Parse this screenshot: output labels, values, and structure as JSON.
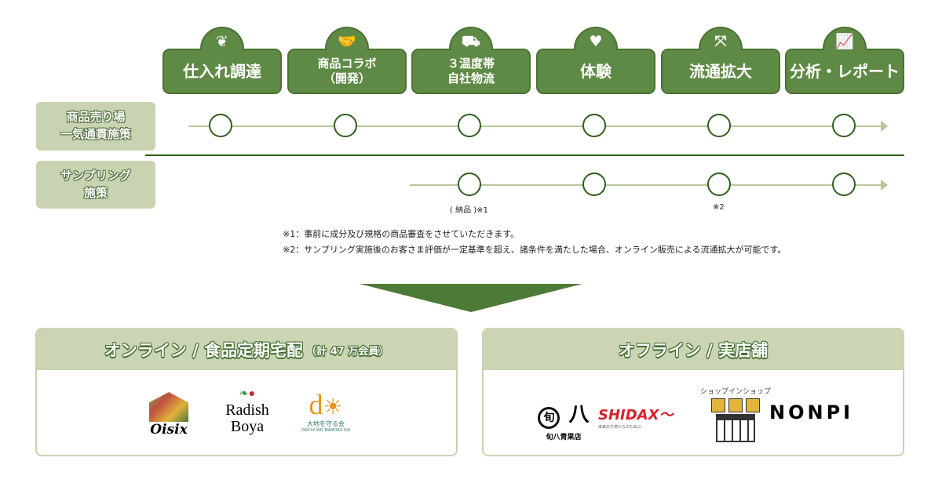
{
  "steps": [
    {
      "label": "仕入れ調達",
      "icon": "vegetable-icon"
    },
    {
      "label": "商品コラボ\n（開発）",
      "line1": "商品コラボ",
      "line2": "（開発）",
      "icon": "handshake-icon"
    },
    {
      "label": "３温度帯\n自社物流",
      "line1": "３温度帯",
      "line2": "自社物流",
      "icon": "truck-icon"
    },
    {
      "label": "体験",
      "icon": "heart-icon"
    },
    {
      "label": "流通拡大",
      "icon": "expand-icon"
    },
    {
      "label": "分析・レポート",
      "icon": "chart-icon"
    }
  ],
  "rows": [
    {
      "line1": "商品売り場",
      "line2": "一気通貫施策",
      "marks": [
        1,
        1,
        1,
        1,
        1,
        1
      ]
    },
    {
      "line1": "サンプリング",
      "line2": "施策",
      "marks": [
        0,
        0,
        1,
        1,
        1,
        1
      ]
    }
  ],
  "annotations": {
    "delivery": "( 納品 )※1",
    "note2_mark": "※2"
  },
  "notes": [
    "※1：事前に成分及び規格の商品審査をさせていただきます。",
    "※2：サンプリング実施後のお客さま評価が一定基準を超え、諸条件を満たした場合、オンライン販売による流通拡大が可能です。"
  ],
  "online": {
    "title": "オンライン / 食品定期宅配",
    "sub": "（計 47 万会員）",
    "logos": [
      "Oisix",
      "Radish",
      "Boya",
      "d",
      "大地を守る会",
      "DAICHI WO MAMORU KAI"
    ]
  },
  "offline": {
    "title": "オフライン / 実店舗",
    "shop_in_shop": "ショップインショップ",
    "logos": [
      "旬",
      "八",
      "旬八青果店",
      "SHIDAX",
      "未来の子供たちのために",
      "NONPI"
    ]
  },
  "colors": {
    "primary": "#5f8a45",
    "light": "#c9d3b1",
    "accent_orange": "#e8931c",
    "shidax_red": "#d9202c"
  }
}
